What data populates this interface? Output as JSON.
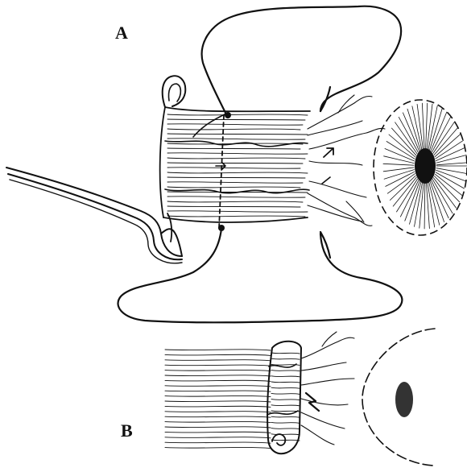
{
  "figure": {
    "panels": [
      {
        "id": "A",
        "label": "A"
      },
      {
        "id": "B",
        "label": "B"
      }
    ]
  },
  "colors": {
    "ink": "#111111",
    "background": "#ffffff"
  }
}
